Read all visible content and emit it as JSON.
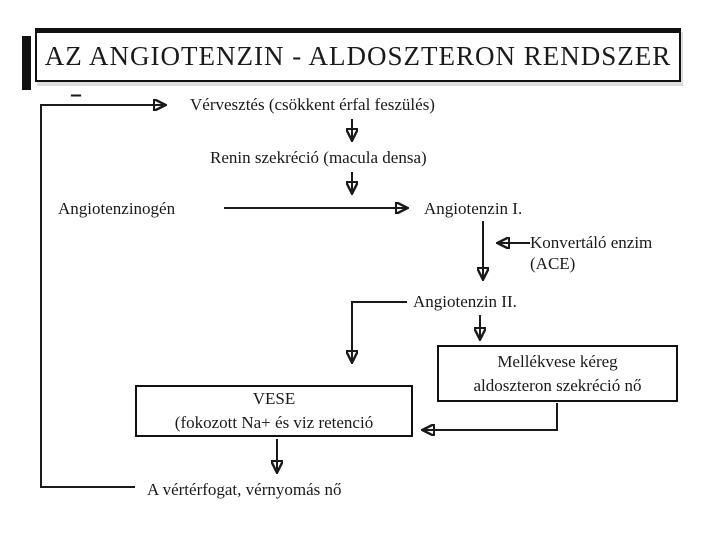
{
  "colors": {
    "ink": "#1a1a1a",
    "paper": "#ffffff"
  },
  "title": {
    "text": "AZ ANGIOTENZIN - ALDOSZTERON RENDSZER"
  },
  "diagram": {
    "vervesztes": "Vérvesztés (csökkent érfal feszülés)",
    "renin": "Renin szekréció (macula densa)",
    "angiotenzinogen": "Angiotenzinogén",
    "angiotenzin_1": "Angiotenzin I.",
    "konvertalo_enzim": "Konvertáló enzim",
    "ace": "(ACE)",
    "angiotenzin_2": "Angiotenzin II.",
    "mellekvese_1": "Mellékvese kéreg",
    "mellekvese_2": "aldoszteron szekréció nő",
    "vese_1": "VESE",
    "vese_2": "(fokozott Na+ és viz retenció",
    "vertefogat": "A vértérfogat, vérnyomás nő",
    "negative_feedback_sign": "–"
  }
}
